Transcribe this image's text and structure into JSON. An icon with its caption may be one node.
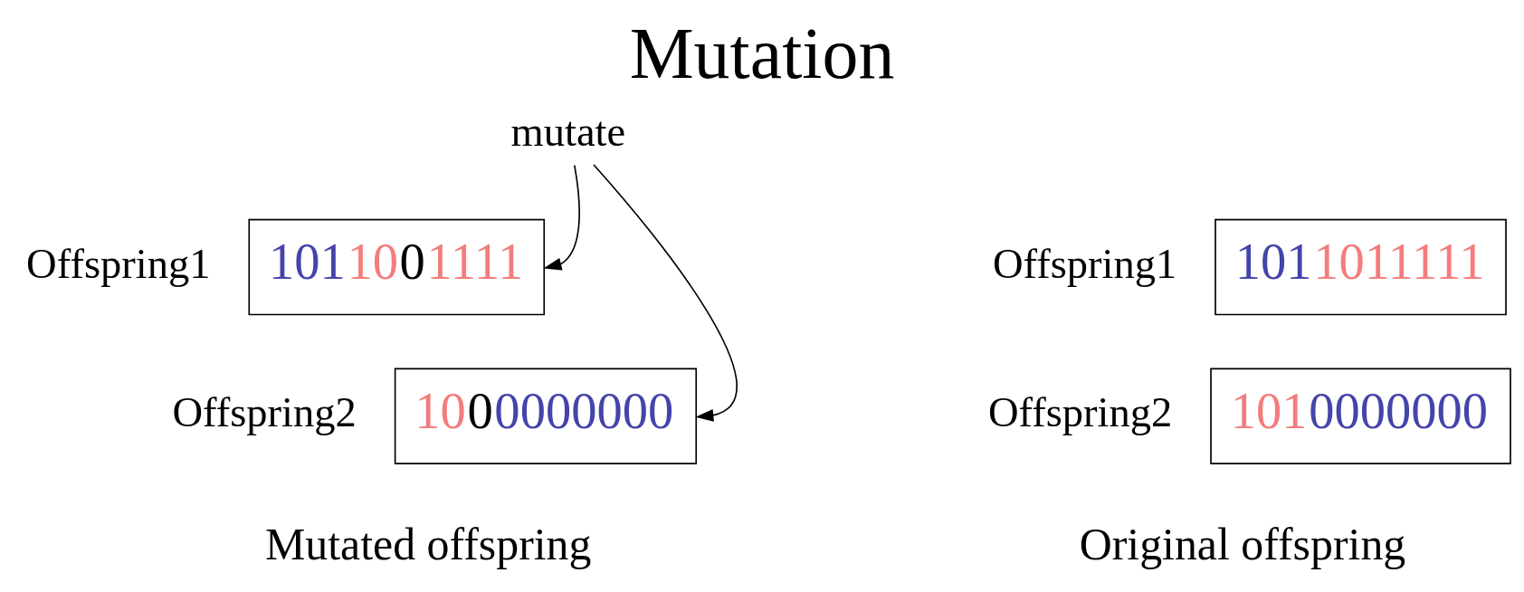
{
  "diagram": {
    "title": "Mutation",
    "nodes": [
      {
        "text": [
          "mutate"
        ]
      },
      {
        "text": [
          "1011011111"
        ],
        "beside": [
          "Offspring1"
        ]
      },
      {
        "text": [
          "1010000000"
        ],
        "beside": [
          "Offspring2"
        ]
      },
      {
        "text": [
          "1011001111"
        ],
        "beside": [
          "Offspring1"
        ]
      },
      {
        "text": [
          "1000000000"
        ],
        "beside": [
          "Offspring2"
        ]
      }
    ],
    "edges": [
      {
        "from": 0,
        "to": 3,
        "arrow": "to"
      },
      {
        "from": 0,
        "to": 4,
        "arrow": "to"
      }
    ],
    "labels": [
      "Original offspring",
      "Mutated offspring"
    ]
  }
}
